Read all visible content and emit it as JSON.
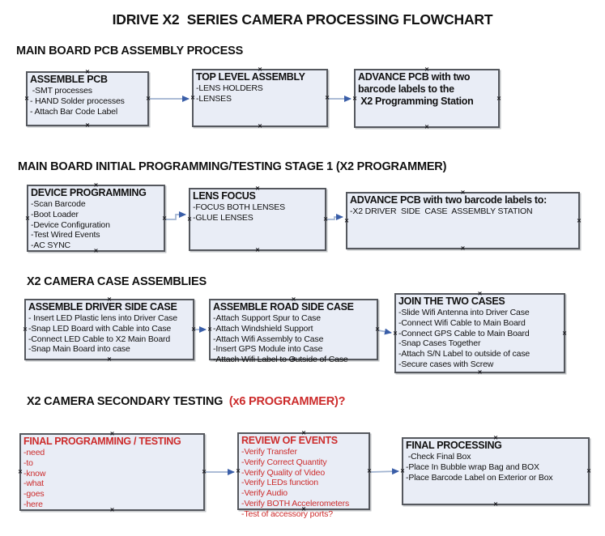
{
  "title": "IDRIVE X2  SERIES CAMERA PROCESSING FLOWCHART",
  "sections": [
    {
      "id": "s1",
      "label": "MAIN BOARD PCB ASSEMBLY PROCESS",
      "label_red": ""
    },
    {
      "id": "s2",
      "label": "MAIN BOARD INITIAL PROGRAMMING/TESTING STAGE 1 (X2 PROGRAMMER)",
      "label_red": ""
    },
    {
      "id": "s3",
      "label": "X2 CAMERA CASE ASSEMBLIES",
      "label_red": ""
    },
    {
      "id": "s4",
      "label": "X2 CAMERA SECONDARY TESTING  ",
      "label_red": "(x6 PROGRAMMER)?"
    }
  ],
  "boxes": [
    {
      "id": "assemble-pcb",
      "title": "ASSEMBLE PCB",
      "lines": [
        " -SMT processes",
        "- HAND Solder processes",
        "- Attach Bar Code Label"
      ],
      "red": false
    },
    {
      "id": "top-level-assembly",
      "title": "TOP LEVEL ASSEMBLY",
      "lines": [
        "-LENS HOLDERS",
        "-LENSES"
      ],
      "red": false
    },
    {
      "id": "advance-pcb-to-programming-station",
      "title": "ADVANCE PCB with two\nbarcode labels to the\n X2 Programming Station",
      "lines": [],
      "red": false
    },
    {
      "id": "device-programming",
      "title": "DEVICE PROGRAMMING",
      "lines": [
        "-Scan Barcode",
        "-Boot Loader",
        "-Device Configuration",
        "-Test Wired Events",
        "-AC SYNC"
      ],
      "red": false
    },
    {
      "id": "lens-focus",
      "title": "LENS FOCUS",
      "lines": [
        "-FOCUS BOTH LENSES",
        "-GLUE LENSES"
      ],
      "red": false
    },
    {
      "id": "advance-pcb-to-driver-side-station",
      "title": "ADVANCE PCB with two barcode labels to:",
      "lines": [
        "-X2 DRIVER  SIDE  CASE  ASSEMBLY STATION"
      ],
      "red": false
    },
    {
      "id": "assemble-driver-side-case",
      "title": "ASSEMBLE DRIVER SIDE CASE",
      "lines": [
        "- Insert LED Plastic lens into Driver Case",
        "-Snap LED Board with Cable into Case",
        "-Connect LED Cable to X2 Main Board",
        "-Snap Main Board into case"
      ],
      "red": false
    },
    {
      "id": "assemble-road-side-case",
      "title": "ASSEMBLE ROAD SIDE CASE",
      "lines": [
        "-Attach Support Spur to Case",
        "-Attach Windshield Support",
        "-Attach Wifi Assembly to Case",
        "-Insert GPS Module into Case",
        "-Attach Wifi Label to Outside of Case"
      ],
      "red": false
    },
    {
      "id": "join-the-two-cases",
      "title": "JOIN THE TWO CASES",
      "lines": [
        "-Slide Wifi Antenna into Driver Case",
        "-Connect Wifi Cable to Main Board",
        "-Connect GPS Cable to Main Board",
        "-Snap Cases Together",
        "-Attach S/N Label to outside of case",
        "-Secure cases with Screw"
      ],
      "red": false
    },
    {
      "id": "final-programming-testing",
      "title": "FINAL PROGRAMMING / TESTING",
      "lines": [
        "-need",
        "-to",
        "-know",
        "-what",
        "-goes",
        "-here"
      ],
      "red": true
    },
    {
      "id": "review-of-events",
      "title": "REVIEW OF EVENTS",
      "lines": [
        "-Verify Transfer",
        "-Verify Correct Quantity",
        "-Verify Quality of Video",
        "-Verify LEDs function",
        "-Verify Audio",
        "-Verify BOTH Accelerometers",
        "-Test of accessory ports?"
      ],
      "red": true
    },
    {
      "id": "final-processing",
      "title": "FINAL PROCESSING",
      "lines": [
        " -Check Final Box",
        "-Place In Bubble wrap Bag and BOX",
        "-Place Barcode Label on Exterior or Box"
      ],
      "red": false
    }
  ],
  "icons": {
    "connection_handle_glyph": "×"
  },
  "colors": {
    "box_fill": "#e9edf6",
    "box_border": "#55585e",
    "red_text": "#cc2b2b",
    "arrow_line": "#a0b3d0",
    "arrow_head": "#3a5ea8"
  }
}
